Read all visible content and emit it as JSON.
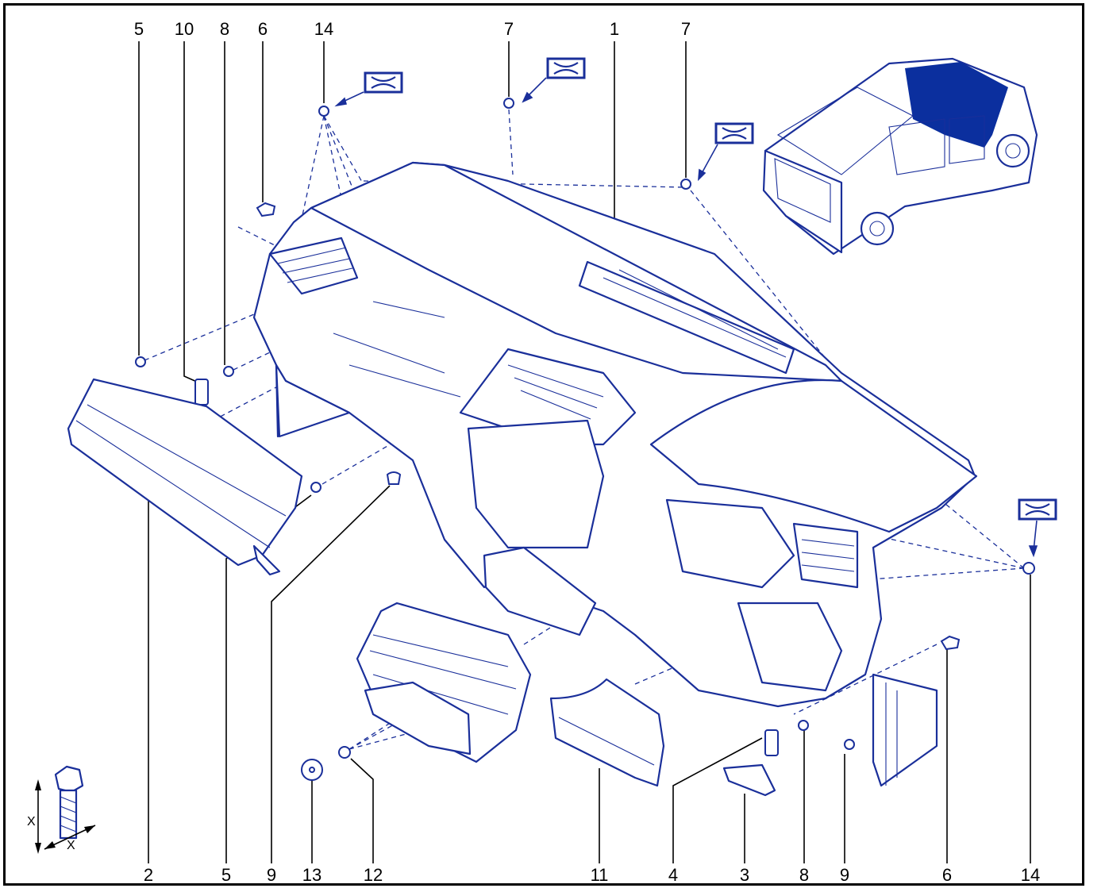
{
  "colors": {
    "line": "#1a2f9a",
    "highlight": "#0b2f9e",
    "frame": "#000000"
  },
  "callouts": {
    "top": [
      "5",
      "10",
      "8",
      "6",
      "14",
      "7",
      "1",
      "7"
    ],
    "bottom": [
      "2",
      "5",
      "9",
      "13",
      "12",
      "11",
      "4",
      "3",
      "8",
      "9",
      "6",
      "14"
    ]
  },
  "dimension_marker": "X",
  "icons": [
    "torque-symbol-icon",
    "vehicle-location-icon",
    "bolt-dimension-icon"
  ]
}
